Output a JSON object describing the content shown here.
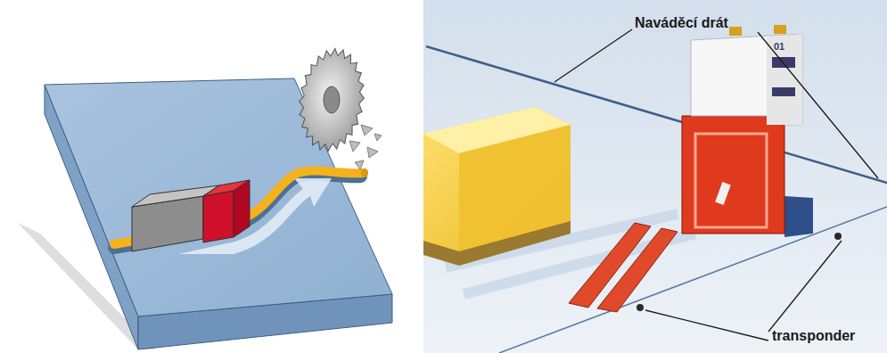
{
  "diagram": {
    "labels": [
      "Naváděcí drát",
      "transponder",
      "01"
    ]
  }
}
